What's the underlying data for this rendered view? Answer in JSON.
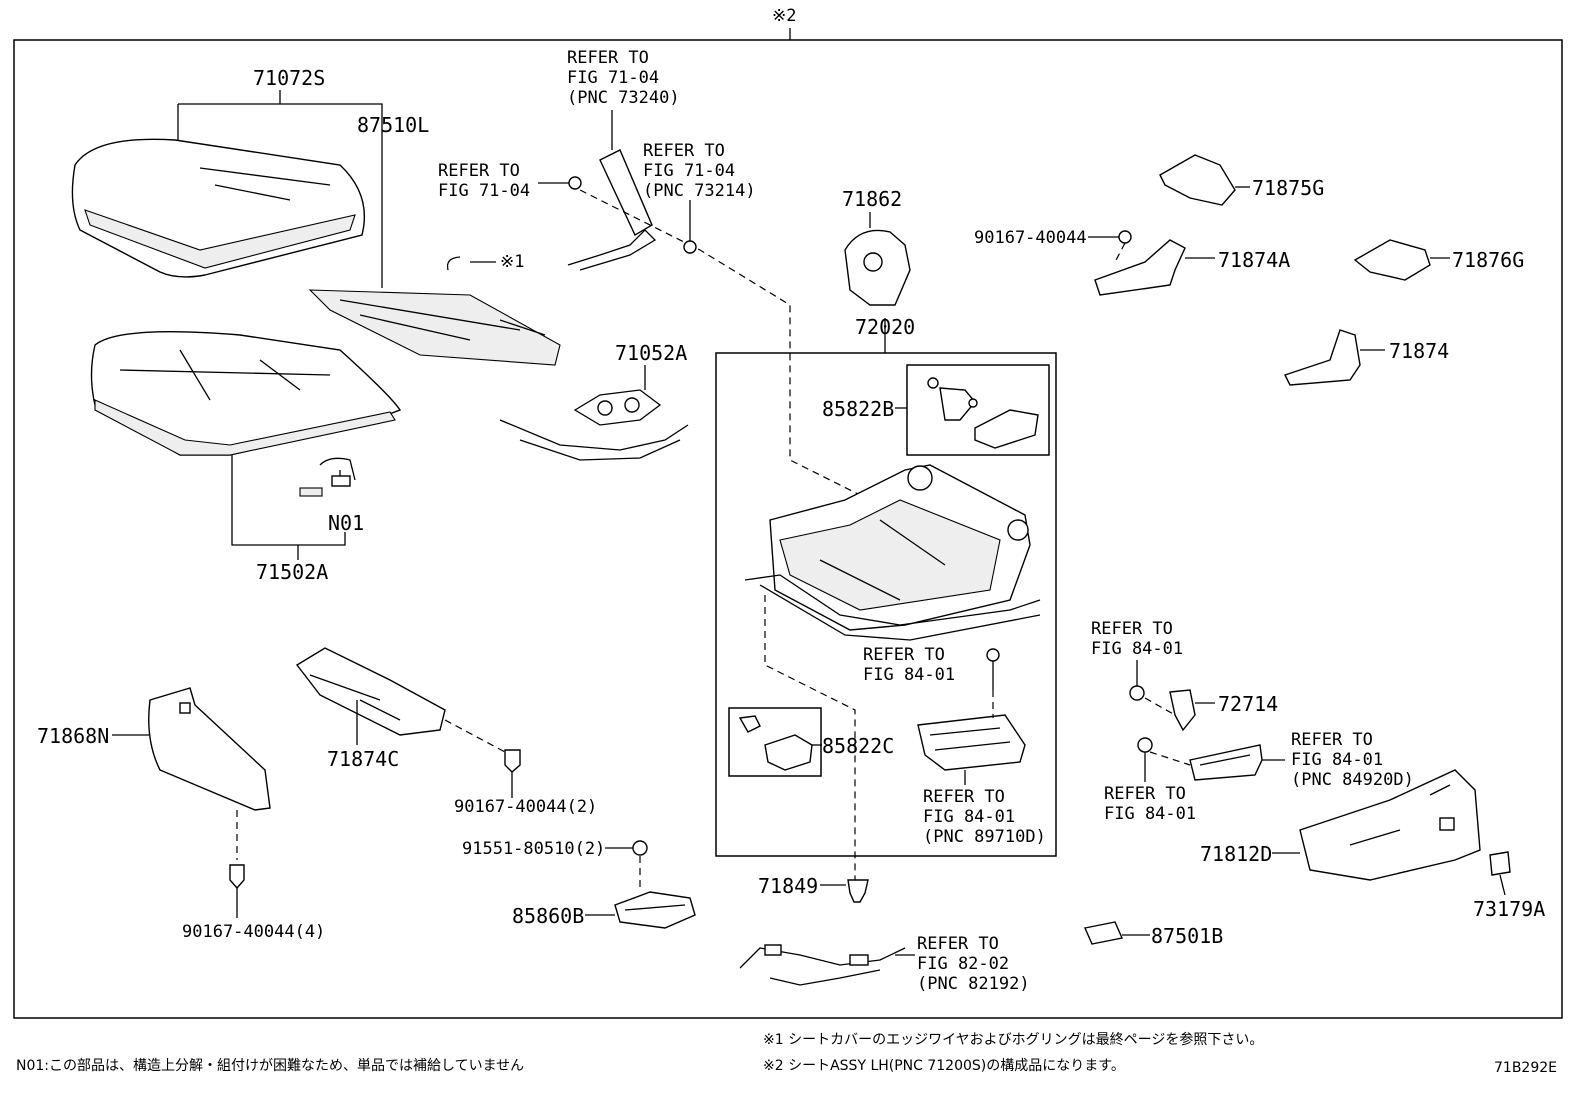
{
  "diagram": {
    "frame_marker": "※2",
    "catalog_code": "71B292E",
    "labels": {
      "p71072S": "71072S",
      "p87510L": "87510L",
      "ref_73240": "REFER TO\nFIG 71-04\n(PNC 73240)",
      "ref_73214": "REFER TO\nFIG 71-04\n(PNC 73214)",
      "ref_7104": "REFER TO\nFIG 71-04",
      "mark1": "※1",
      "p71862": "71862",
      "p72020": "72020",
      "p71875G": "71875G",
      "p90167_top": "90167-40044",
      "p71874A": "71874A",
      "p71876G": "71876G",
      "p71874": "71874",
      "p71052A": "71052A",
      "p85822B": "85822B",
      "pN01": "N01",
      "p71502A": "71502A",
      "p71868N": "71868N",
      "p71874C": "71874C",
      "p90167_2": "90167-40044(2)",
      "p90167_4": "90167-40044(4)",
      "p91551": "91551-80510(2)",
      "p85860B": "85860B",
      "ref_8401_a": "REFER TO\nFIG 84-01",
      "p85822C": "85822C",
      "ref_89710D": "REFER TO\nFIG 84-01\n(PNC 89710D)",
      "p71849": "71849",
      "ref_82192": "REFER TO\nFIG 82-02\n(PNC 82192)",
      "ref_8401_b": "REFER TO\nFIG 84-01",
      "p72714": "72714",
      "ref_84920D": "REFER TO\nFIG 84-01\n(PNC 84920D)",
      "ref_8401_c": "REFER TO\nFIG 84-01",
      "p71812D": "71812D",
      "p73179A": "73179A",
      "p87501B": "87501B"
    }
  },
  "notes": {
    "n01": "N01:この部品は、構造上分解・組付けが困難なため、単品では補給していません",
    "mark1_note": "※1 シートカバーのエッジワイヤおよびホグリングは最終ページを参照下さい。",
    "mark2_note": "※2 シートASSY LH(PNC 71200S)の構成品になります。"
  }
}
